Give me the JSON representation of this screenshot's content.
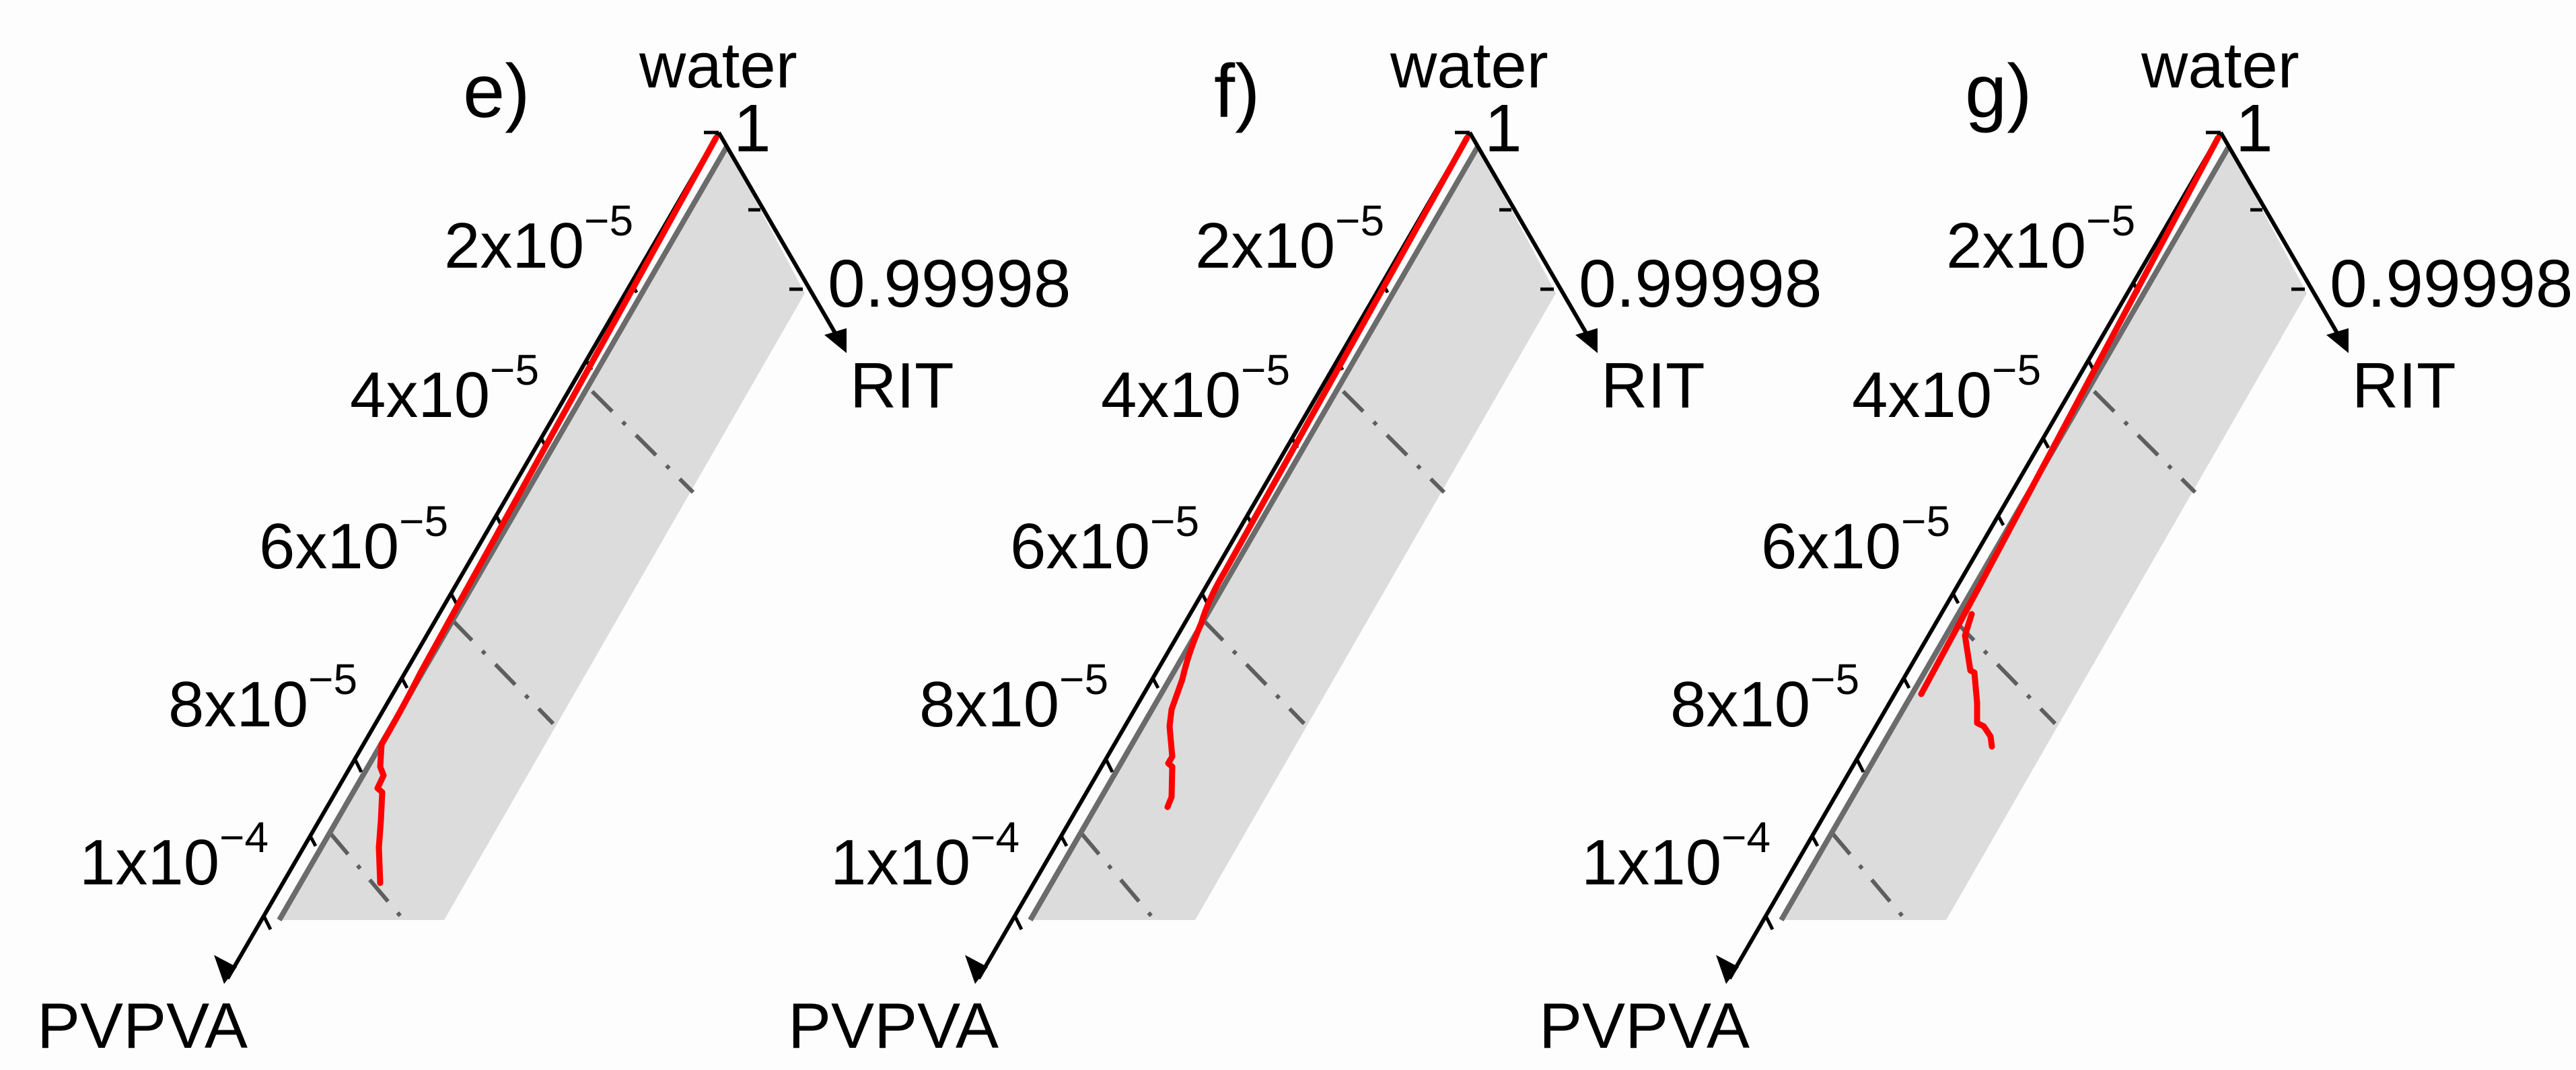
{
  "figure": {
    "background": "#fdfdfd",
    "panels": [
      {
        "id": "e",
        "label": "e)",
        "apex_label": "water",
        "apex_value": "1",
        "rit_tick": "0.99998",
        "rit_axis": "RIT",
        "pvpva_axis": "PVPVA"
      },
      {
        "id": "f",
        "label": "f)",
        "apex_label": "water",
        "apex_value": "1",
        "rit_tick": "0.99998",
        "rit_axis": "RIT",
        "pvpva_axis": "PVPVA"
      },
      {
        "id": "g",
        "label": "g)",
        "apex_label": "water",
        "apex_value": "1",
        "rit_tick": "0.99998",
        "rit_axis": "RIT",
        "pvpva_axis": "PVPVA"
      }
    ],
    "pvpva_ticks": [
      {
        "mant": "2x10",
        "exp": "−5"
      },
      {
        "mant": "4x10",
        "exp": "−5"
      },
      {
        "mant": "6x10",
        "exp": "−5"
      },
      {
        "mant": "8x10",
        "exp": "−5"
      },
      {
        "mant": "1x10",
        "exp": "−4"
      }
    ],
    "colors": {
      "axis": "#000000",
      "binodal_gray": "#6b6b6b",
      "region_fill": "#dcdcdc",
      "tie_line": "#5e5e5e",
      "path_red": "#ff0000"
    }
  },
  "chart_data": {
    "type": "ternary (zoomed corner, water-rich)",
    "title": "",
    "panels": [
      "e)",
      "f)",
      "g)"
    ],
    "axes": {
      "apex": {
        "name": "water",
        "value_at_apex": 1
      },
      "RIT": {
        "name": "RIT",
        "ticks": [
          1,
          0.99998
        ]
      },
      "PVPVA": {
        "name": "PVPVA",
        "ticks": [
          0,
          2e-05,
          4e-05,
          6e-05,
          8e-05,
          0.0001
        ]
      }
    },
    "elements": {
      "black_axes": "water→RIT and water→PVPVA arrows",
      "gray_line": "binodal boundary parallel to PVPVA axis",
      "gray_region": "shaded two-phase region",
      "dash_dot_lines": "three tie lines across the shaded region",
      "red_curve": "composition path"
    },
    "series": [
      {
        "name": "e) path",
        "description": "follows PVPVA axis from water apex down to ~8.5x10^-5 PVPVA, then drops vertically to ~1x10^-4",
        "approx_end_pvpva": 0.0001
      },
      {
        "name": "f) path",
        "description": "follows PVPVA axis to ~6.5x10^-5 PVPVA, bends inward, ends near ~8.5x10^-5",
        "approx_end_pvpva": 8.5e-05
      },
      {
        "name": "g) path",
        "description": "follows axis to ~6.8x10^-5, doubled segment to ~7.8x10^-5, plus branch into region ending ~8.2x10^-5",
        "approx_end_pvpva": 8.2e-05
      }
    ]
  }
}
